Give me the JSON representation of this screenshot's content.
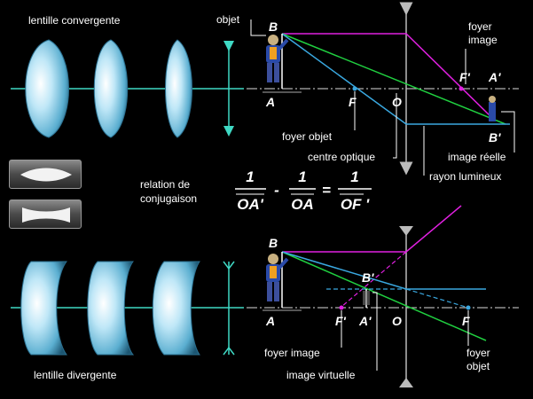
{
  "labels": {
    "lentille_convergente": "lentille convergente",
    "lentille_divergente": "lentille divergente",
    "relation": [
      "relation de",
      "conjugaison"
    ],
    "objet": "objet",
    "foyer_image_top": [
      "foyer",
      "image"
    ],
    "foyer_objet_top": "foyer objet",
    "centre_optique": "centre optique",
    "image_reelle": "image réelle",
    "rayon_lumineux": "rayon lumineux",
    "foyer_image_bottom": "foyer image",
    "image_virtuelle": "image virtuelle",
    "foyer_objet_bottom": [
      "foyer",
      "objet"
    ]
  },
  "points_top": {
    "B": "B",
    "A": "A",
    "F": "F",
    "O": "O",
    "Fp": "F'",
    "Ap": "A'",
    "Bp": "B'"
  },
  "points_bottom": {
    "B": "B",
    "Bp": "B'",
    "A": "A",
    "Fp": "F'",
    "Ap": "A'",
    "O": "O",
    "F": "F"
  },
  "formula": {
    "num1": "1",
    "den1": "OA'",
    "minus": "-",
    "num2": "1",
    "den2": "OA",
    "equals": "=",
    "num3": "1",
    "den3": "OF '"
  },
  "colors": {
    "axis": "#3fd9c4",
    "pink": "#e020e0",
    "green": "#20d040",
    "blue": "#3aa8e0",
    "lens": "#9ed8f0"
  }
}
